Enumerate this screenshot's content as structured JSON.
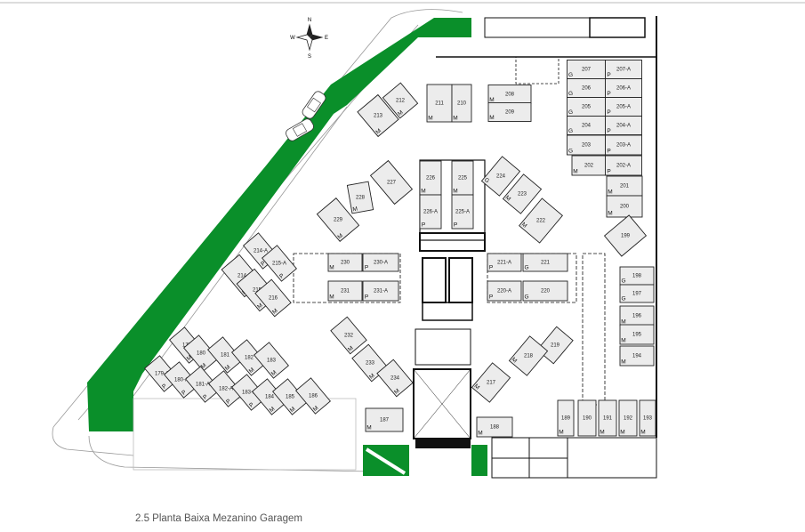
{
  "caption": "2.5 Planta Baixa Mezanino Garagem",
  "colors": {
    "landscape_green": "#0a8f2a",
    "space_fill": "#ececec",
    "walls": "#111111"
  },
  "icons": [
    "compass-rose-icon",
    "car-icon"
  ],
  "compass_letters": [
    "N",
    "S",
    "E",
    "W"
  ],
  "spaces": [
    {
      "label": "207",
      "type": "G"
    },
    {
      "label": "207-A",
      "type": "P"
    },
    {
      "label": "206",
      "type": "G"
    },
    {
      "label": "206-A",
      "type": "P"
    },
    {
      "label": "205",
      "type": "G"
    },
    {
      "label": "205-A",
      "type": "P"
    },
    {
      "label": "204",
      "type": "G"
    },
    {
      "label": "204-A",
      "type": "P"
    },
    {
      "label": "203",
      "type": "G"
    },
    {
      "label": "203-A",
      "type": "P"
    },
    {
      "label": "202",
      "type": "M"
    },
    {
      "label": "202-A",
      "type": "P"
    },
    {
      "label": "201",
      "type": "M"
    },
    {
      "label": "200",
      "type": "M"
    },
    {
      "label": "199",
      "type": ""
    },
    {
      "label": "211",
      "type": "M"
    },
    {
      "label": "210",
      "type": "M"
    },
    {
      "label": "208",
      "type": "M"
    },
    {
      "label": "209",
      "type": "M"
    },
    {
      "label": "212",
      "type": "M"
    },
    {
      "label": "213",
      "type": "M"
    },
    {
      "label": "226",
      "type": "M"
    },
    {
      "label": "226-A",
      "type": "P"
    },
    {
      "label": "225",
      "type": "M"
    },
    {
      "label": "225-A",
      "type": "P"
    },
    {
      "label": "227",
      "type": ""
    },
    {
      "label": "228",
      "type": "M"
    },
    {
      "label": "229",
      "type": "M"
    },
    {
      "label": "224",
      "type": "G"
    },
    {
      "label": "223",
      "type": "M"
    },
    {
      "label": "222",
      "type": "M"
    },
    {
      "label": "230",
      "type": "M"
    },
    {
      "label": "230-A",
      "type": "P"
    },
    {
      "label": "231",
      "type": "M"
    },
    {
      "label": "231-A",
      "type": "P"
    },
    {
      "label": "221-A",
      "type": "P"
    },
    {
      "label": "221",
      "type": "G"
    },
    {
      "label": "220-A",
      "type": "P"
    },
    {
      "label": "220",
      "type": "G"
    },
    {
      "label": "214-A",
      "type": "P"
    },
    {
      "label": "215-A",
      "type": "P"
    },
    {
      "label": "214",
      "type": "M"
    },
    {
      "label": "215",
      "type": "M"
    },
    {
      "label": "216",
      "type": "M"
    },
    {
      "label": "179",
      "type": "M"
    },
    {
      "label": "179-A",
      "type": "P"
    },
    {
      "label": "180",
      "type": "M"
    },
    {
      "label": "180-A",
      "type": "P"
    },
    {
      "label": "181",
      "type": "M"
    },
    {
      "label": "181-A",
      "type": "P"
    },
    {
      "label": "182",
      "type": "M"
    },
    {
      "label": "182-A",
      "type": "P"
    },
    {
      "label": "183",
      "type": "M"
    },
    {
      "label": "183-A",
      "type": "P"
    },
    {
      "label": "184",
      "type": "M"
    },
    {
      "label": "185",
      "type": "M"
    },
    {
      "label": "186",
      "type": "M"
    },
    {
      "label": "232",
      "type": "M"
    },
    {
      "label": "233",
      "type": "M"
    },
    {
      "label": "234",
      "type": "M"
    },
    {
      "label": "219",
      "type": "M"
    },
    {
      "label": "218",
      "type": "M"
    },
    {
      "label": "217",
      "type": "M"
    },
    {
      "label": "187",
      "type": "M"
    },
    {
      "label": "188",
      "type": "M"
    },
    {
      "label": "189",
      "type": "M"
    },
    {
      "label": "190",
      "type": ""
    },
    {
      "label": "191",
      "type": "M"
    },
    {
      "label": "192",
      "type": "M"
    },
    {
      "label": "193",
      "type": "M"
    },
    {
      "label": "198",
      "type": "G"
    },
    {
      "label": "197",
      "type": "G"
    },
    {
      "label": "196",
      "type": "M"
    },
    {
      "label": "195",
      "type": "M"
    },
    {
      "label": "194",
      "type": "M"
    }
  ]
}
